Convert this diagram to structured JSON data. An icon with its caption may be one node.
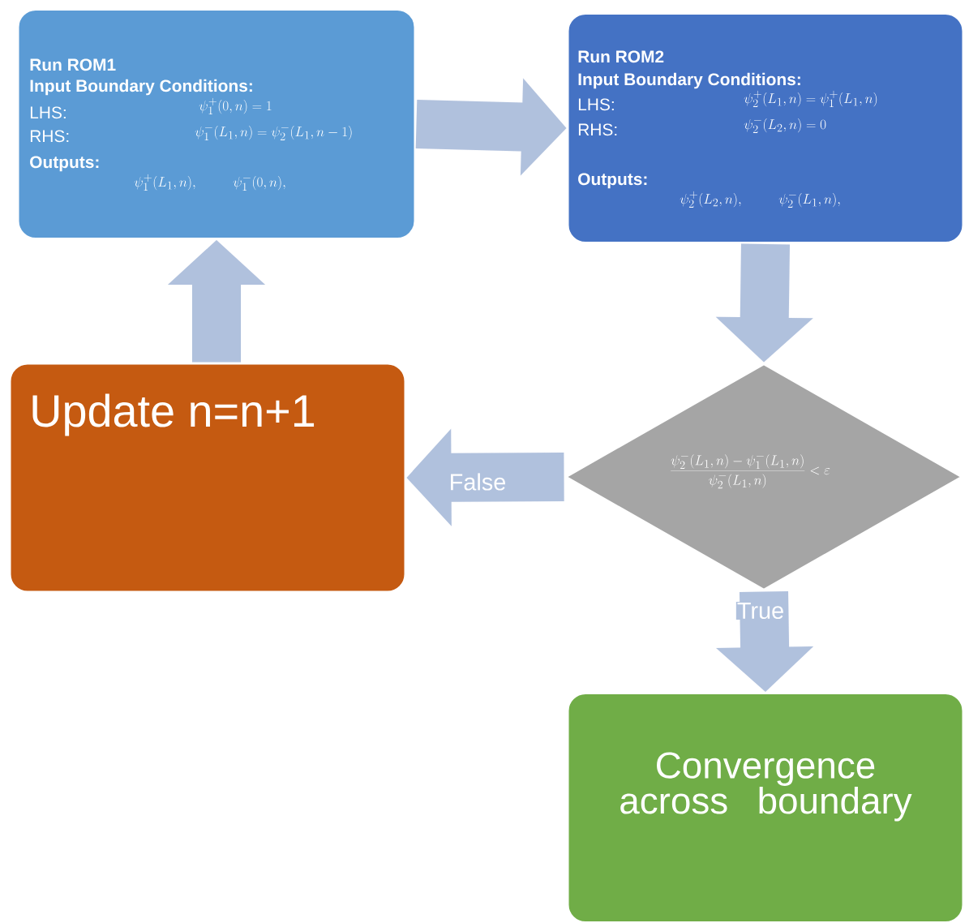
{
  "diagram": {
    "nodes": [
      {
        "text": [
          "Run ROM1",
          "Input Boundary Conditions:",
          "LHS:",
          "\\psi_1^{+}(0,n) = 1",
          "RHS:",
          "\\psi_1^{-}(L_1,n) = \\psi_2^{-}(L_1,n-1)",
          "Outputs:",
          "\\psi_1^{+}(L_1,n),",
          "\\psi_1^{-}(0,n),"
        ]
      },
      {
        "text": [
          "Run ROM2",
          "Input Boundary Conditions:",
          "LHS:",
          "\\psi_2^{+}(L_1,n) = \\psi_1^{+}(L_1,n)",
          "RHS:",
          "\\psi_2^{-}(L_2,n) = 0",
          "Outputs:",
          "\\psi_2^{+}(L_2,n),",
          "\\psi_2^{-}(L_1,n),"
        ]
      },
      {
        "text": [
          "Update n=n+1"
        ]
      },
      {
        "text": [
          "\\frac{\\psi_2^{-}(L_1,n) - \\psi_1^{-}(L_1,n)}{\\psi_2^{-}(L_1,n)} < \\varepsilon"
        ]
      },
      {
        "text": [
          "Convergence across boundary"
        ]
      }
    ],
    "edges": [
      {
        "from": 0,
        "to": 1,
        "arrow": "to"
      },
      {
        "from": 1,
        "to": 3,
        "arrow": "to"
      },
      {
        "from": 3,
        "to": 2,
        "arrow": "to",
        "label": "False"
      },
      {
        "from": 3,
        "to": 4,
        "arrow": "to",
        "label": "True"
      },
      {
        "from": 2,
        "to": 0,
        "arrow": "to"
      }
    ]
  }
}
